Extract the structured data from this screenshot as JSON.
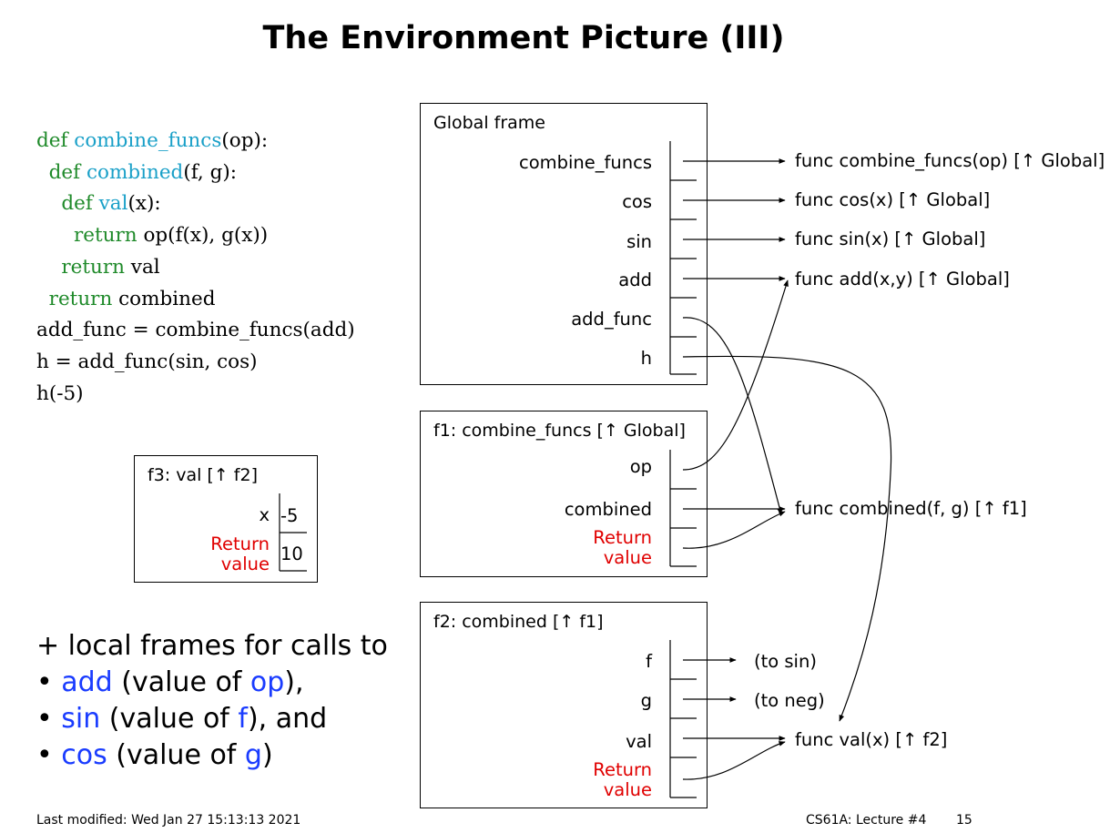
{
  "title": "The Environment Picture (III)",
  "code": {
    "line1": {
      "kw": "def",
      "name": "combine_funcs",
      "rest": "(op):"
    },
    "line2": {
      "kw": "def",
      "name": "combined",
      "rest": "(f, g):"
    },
    "line3": {
      "kw": "def",
      "name": "val",
      "rest": "(x):"
    },
    "line4": {
      "kw": "return",
      "rest": " op(f(x), g(x))"
    },
    "line5": {
      "kw": "return",
      "rest": " val"
    },
    "line6": {
      "kw": "return",
      "rest": " combined"
    },
    "line7": "add_func = combine_funcs(add)",
    "line8": "h = add_func(sin, cos)",
    "line9": "h(-5)"
  },
  "global_frame": {
    "title": "Global frame",
    "vars": [
      "combine_funcs",
      "cos",
      "sin",
      "add",
      "add_func",
      "h"
    ]
  },
  "f1_frame": {
    "title": "f1: combine_funcs [↑ Global]",
    "vars": [
      "op",
      "combined"
    ],
    "return_line1": "Return",
    "return_line2": "value"
  },
  "f2_frame": {
    "title": "f2: combined [↑ f1]",
    "vars": [
      "f",
      "g",
      "val"
    ],
    "return_line1": "Return",
    "return_line2": "value"
  },
  "f3_frame": {
    "title": "f3: val [↑ f2]",
    "var": "x",
    "var_value": "-5",
    "return_line1": "Return",
    "return_line2": "value",
    "return_value": "10"
  },
  "targets": {
    "combine_funcs": "func combine_funcs(op) [↑ Global]",
    "cos": "func cos(x) [↑ Global]",
    "sin": "func sin(x) [↑ Global]",
    "add": "func add(x,y) [↑ Global]",
    "combined": "func combined(f, g) [↑ f1]",
    "to_sin": "(to sin)",
    "to_neg": "(to neg)",
    "val": "func val(x) [↑ f2]"
  },
  "bullets": {
    "intro": "+ local frames for calls to",
    "b1_name": "add",
    "b1_mid": " (value of ",
    "b1_ref": "op",
    "b1_end": "),",
    "b2_name": "sin",
    "b2_mid": " (value of ",
    "b2_ref": "f",
    "b2_end": "), and",
    "b3_name": "cos",
    "b3_mid": " (value of ",
    "b3_ref": "g",
    "b3_end": ")"
  },
  "footer": {
    "left": "Last modified: Wed Jan 27 15:13:13 2021",
    "right": "CS61A: Lecture #4",
    "page": "15"
  },
  "colors": {
    "keyword": "#1f8a2a",
    "def_name": "#1aa0c8",
    "return_label": "#e00000",
    "bullet_highlight": "#1a3cff"
  }
}
